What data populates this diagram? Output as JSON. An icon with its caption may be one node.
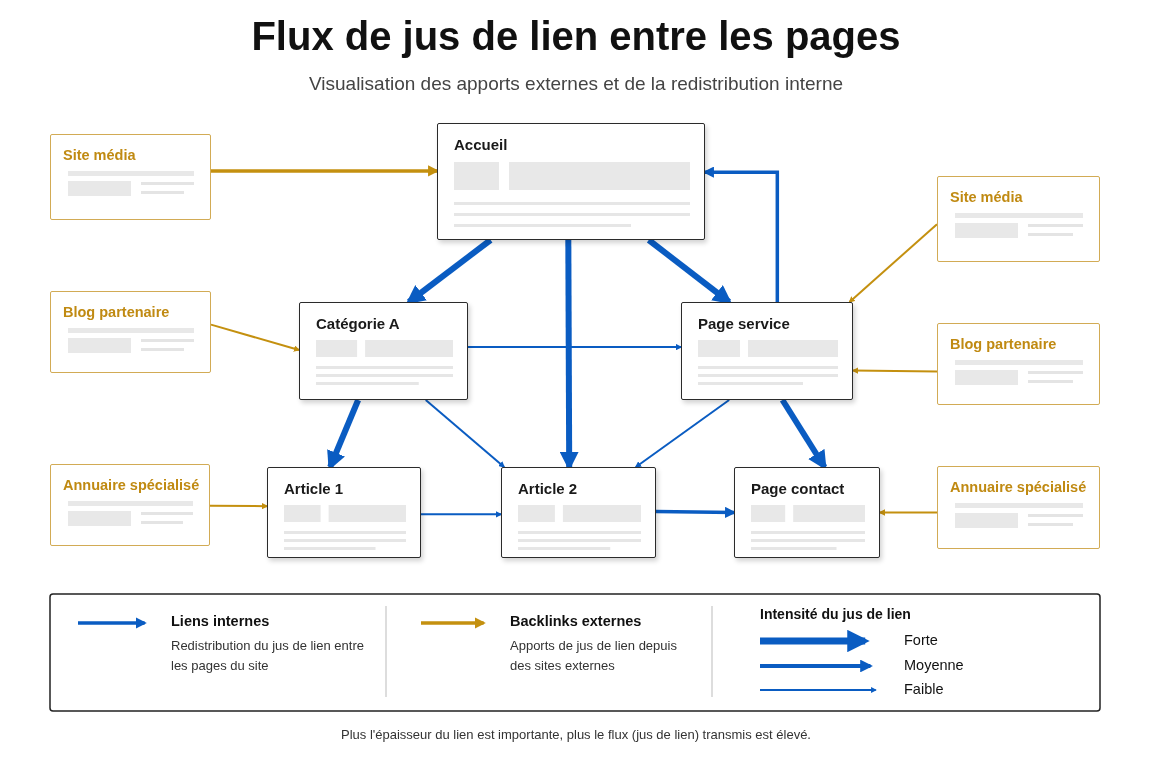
{
  "diagram": {
    "title": "Flux de jus de lien entre les pages",
    "caption": "Plus l'épaisseur du lien est importante, plus le flux (jus de lien) transmis est élevé.",
    "nodes": [
      {
        "text": [
          "Site média"
        ]
      },
      {
        "text": [
          "Accueil"
        ]
      },
      {
        "text": [
          "Site média"
        ]
      },
      {
        "text": [
          "Blog partenaire"
        ]
      },
      {
        "text": [
          "Catégorie A"
        ]
      },
      {
        "text": [
          "Page service"
        ]
      },
      {
        "text": [
          "Blog partenaire"
        ]
      },
      {
        "text": [
          "Annuaire spécialisé"
        ]
      },
      {
        "text": [
          "Article 1"
        ]
      },
      {
        "text": [
          "Article 2"
        ]
      },
      {
        "text": [
          "Page contact"
        ]
      },
      {
        "text": [
          "Annuaire spécialisé"
        ]
      }
    ],
    "edges": [
      {
        "from": 0,
        "to": 1,
        "arrow": "to",
        "color": "#c4900f"
      },
      {
        "from": 2,
        "to": 5,
        "arrow": "to",
        "color": "#c4900f"
      },
      {
        "from": 3,
        "to": 4,
        "arrow": "to",
        "color": "#c4900f"
      },
      {
        "from": 6,
        "to": 5,
        "arrow": "to",
        "color": "#c4900f"
      },
      {
        "from": 7,
        "to": 8,
        "arrow": "to",
        "color": "#c4900f"
      },
      {
        "from": 11,
        "to": 10,
        "arrow": "to",
        "color": "#c4900f"
      },
      {
        "from": 1,
        "to": 4,
        "arrow": "to",
        "style": "thick"
      },
      {
        "from": 1,
        "to": 9,
        "arrow": "to",
        "style": "thick"
      },
      {
        "from": 1,
        "to": 5,
        "arrow": "to",
        "style": "thick"
      },
      {
        "from": 5,
        "to": 1,
        "arrow": "to"
      },
      {
        "from": 4,
        "to": 5,
        "arrow": "to"
      },
      {
        "from": 4,
        "to": 8,
        "arrow": "to",
        "style": "thick"
      },
      {
        "from": 4,
        "to": 9,
        "arrow": "to"
      },
      {
        "from": 5,
        "to": 9,
        "arrow": "to"
      },
      {
        "from": 5,
        "to": 10,
        "arrow": "to",
        "style": "thick"
      },
      {
        "from": 8,
        "to": 9,
        "arrow": "to"
      },
      {
        "from": 9,
        "to": 10,
        "arrow": "to"
      }
    ],
    "labels": [
      "Visualisation des apports externes et de la redistribution interne",
      "Redistribution du jus de lien entre les pages du site",
      "Apports de jus de lien depuis des sites externes",
      "Intensité du jus de lien"
    ],
    "legend": [
      {
        "text": "Liens internes"
      },
      {
        "text": "Backlinks externes"
      },
      {
        "text": "Forte"
      },
      {
        "text": "Moyenne"
      },
      {
        "text": "Faible"
      }
    ]
  }
}
